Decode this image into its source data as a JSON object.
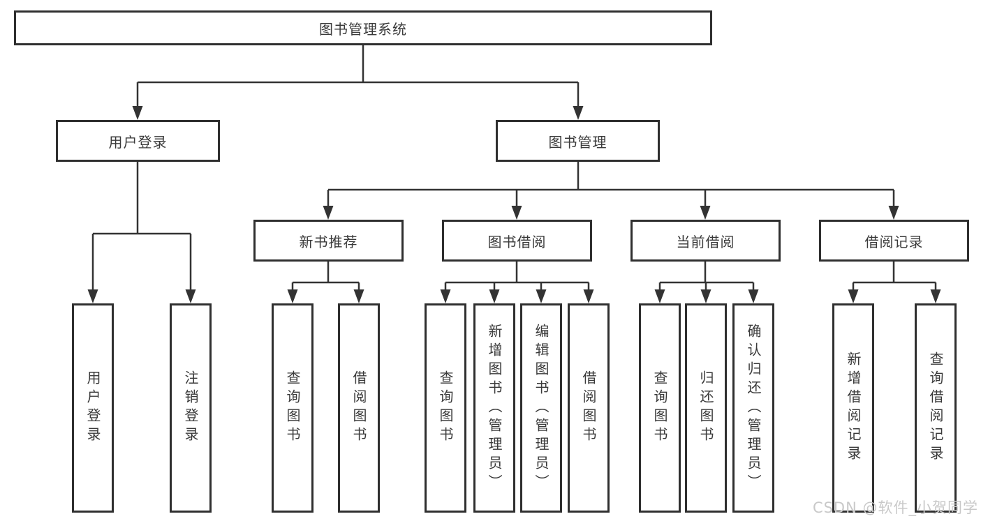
{
  "diagram": {
    "title": "图书管理系统",
    "root": {
      "label": "图书管理系统"
    },
    "level2": [
      {
        "label": "用户登录"
      },
      {
        "label": "图书管理"
      }
    ],
    "level3": [
      {
        "label": "新书推荐"
      },
      {
        "label": "图书借阅"
      },
      {
        "label": "当前借阅"
      },
      {
        "label": "借阅记录"
      }
    ],
    "leaves": {
      "user_login": [
        {
          "label": "用户登录"
        },
        {
          "label": "注销登录"
        }
      ],
      "new_books": [
        {
          "label": "查询图书"
        },
        {
          "label": "借阅图书"
        }
      ],
      "book_borrow": [
        {
          "label": "查询图书"
        },
        {
          "label": "新增图书（管理员）"
        },
        {
          "label": "编辑图书（管理员）"
        },
        {
          "label": "借阅图书"
        }
      ],
      "current_borrow": [
        {
          "label": "查询图书"
        },
        {
          "label": "归还图书"
        },
        {
          "label": "确认归还（管理员）"
        }
      ],
      "borrow_records": [
        {
          "label": "新增借阅记录"
        },
        {
          "label": "查询借阅记录"
        }
      ]
    }
  },
  "watermark": {
    "text": "CSDN @软件_小贺同学"
  },
  "colors": {
    "line": "#333333",
    "border": "#2f2f2f",
    "text": "#3a3a3a",
    "watermark": "#c9c9c9",
    "background": "#ffffff"
  }
}
